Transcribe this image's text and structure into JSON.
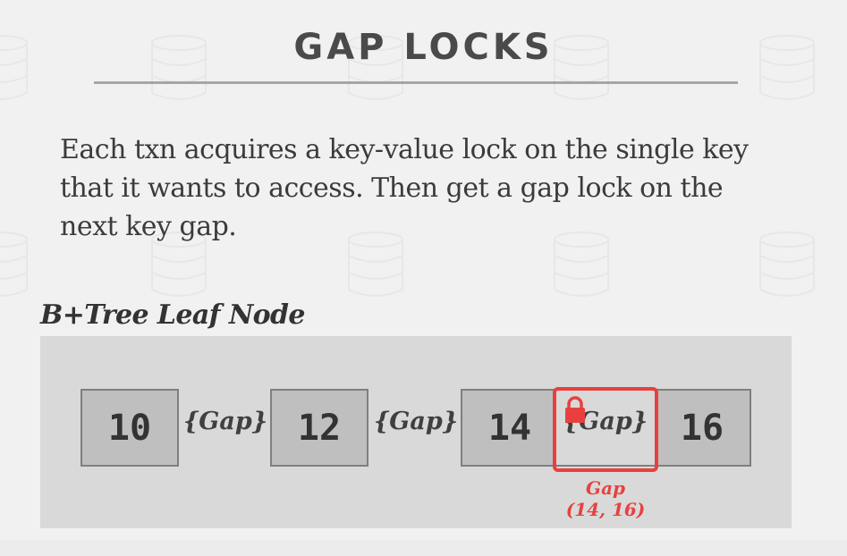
{
  "slide": {
    "title": "GAP LOCKS",
    "body": "Each txn acquires a key-value lock on the single key that it wants to access. Then get a gap lock on the next key gap.",
    "section_label": "B+Tree Leaf Node"
  },
  "leaf_node": {
    "keys": [
      "10",
      "12",
      "14",
      "16"
    ],
    "gaps": [
      "{Gap}",
      "{Gap}",
      "{Gap}"
    ],
    "locked_gap": {
      "label": "{Gap}",
      "caption_line1": "Gap",
      "caption_line2": "(14, 16)",
      "icon": "lock-icon"
    }
  },
  "colors": {
    "highlight": "#e8403f",
    "key_fill": "#bfbfbf",
    "panel_fill": "#d9d9d9",
    "title_text": "#4a4a4a"
  }
}
